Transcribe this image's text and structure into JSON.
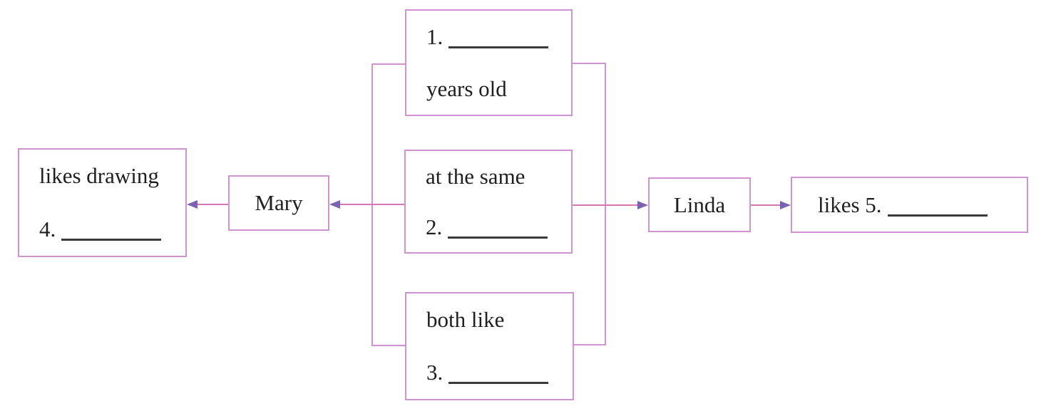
{
  "diagram": {
    "description": "Comparison mind-map worksheet connecting Mary and Linda through shared traits, with numbered fill-in blanks",
    "colors": {
      "box_border": "#cf94cf",
      "arrow_line": "#d678b8",
      "arrow_head": "#7b63b4",
      "text": "#1f1f1f",
      "background": "#ffffff"
    },
    "nodes": {
      "left": {
        "line1": "likes drawing",
        "line2_prefix": "4."
      },
      "mary": {
        "label": "Mary"
      },
      "top": {
        "line1_prefix": "1.",
        "line2": "years old"
      },
      "middle": {
        "line1": "at the same",
        "line2_prefix": "2."
      },
      "bottom": {
        "line1": "both like",
        "line2_prefix": "3."
      },
      "linda": {
        "label": "Linda"
      },
      "right": {
        "label_prefix": "likes 5."
      }
    },
    "connections": [
      "center-bracket to Mary (arrow left)",
      "Mary to likes-drawing box (arrow left)",
      "center-bracket to Linda (arrow right)",
      "Linda to likes-5 box (arrow right)"
    ]
  }
}
